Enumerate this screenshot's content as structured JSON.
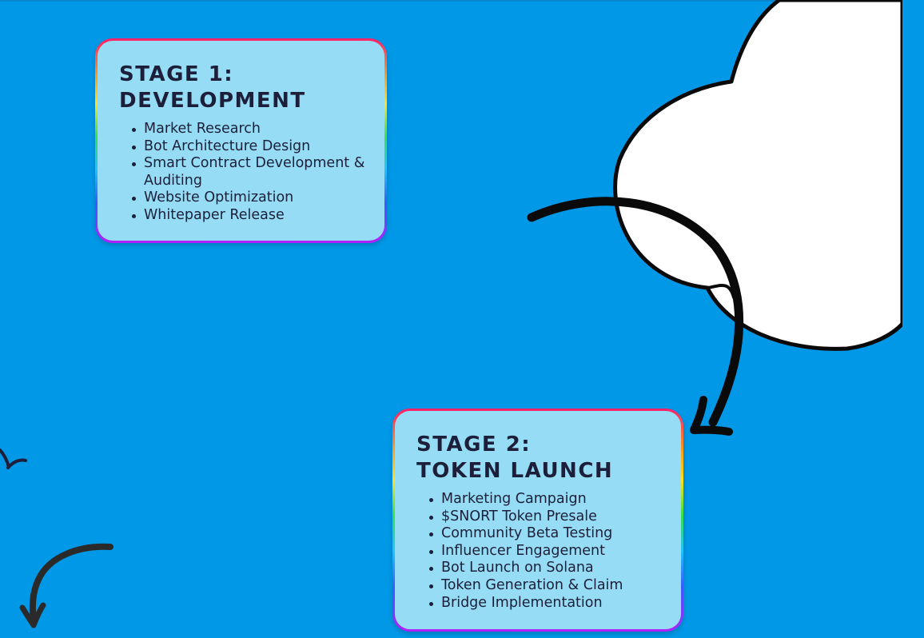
{
  "stages": [
    {
      "title_line1": "Stage 1:",
      "title_line2": "Development",
      "items": [
        "Market Research",
        "Bot Architecture Design",
        "Smart Contract Development & Auditing",
        "Website Optimization",
        "Whitepaper Release"
      ]
    },
    {
      "title_line1": "Stage 2:",
      "title_line2": "Token Launch",
      "items": [
        "Marketing Campaign",
        "$SNORT Token Presale",
        "Community Beta Testing",
        "Influencer Engagement",
        "Bot Launch on Solana",
        "Token Generation & Claim",
        "Bridge Implementation"
      ]
    }
  ],
  "colors": {
    "background": "#0098e7",
    "card_fill": "#95dcf4",
    "text": "#1d1f3a",
    "cloud": "#ffffff",
    "stroke": "#0a0a0a"
  },
  "icons": {
    "cloud": "cloud-illustration",
    "arrow_large": "curved-arrow-down-icon",
    "arrow_small": "curved-arrow-down-left-icon",
    "squiggle": "squiggle-icon"
  }
}
